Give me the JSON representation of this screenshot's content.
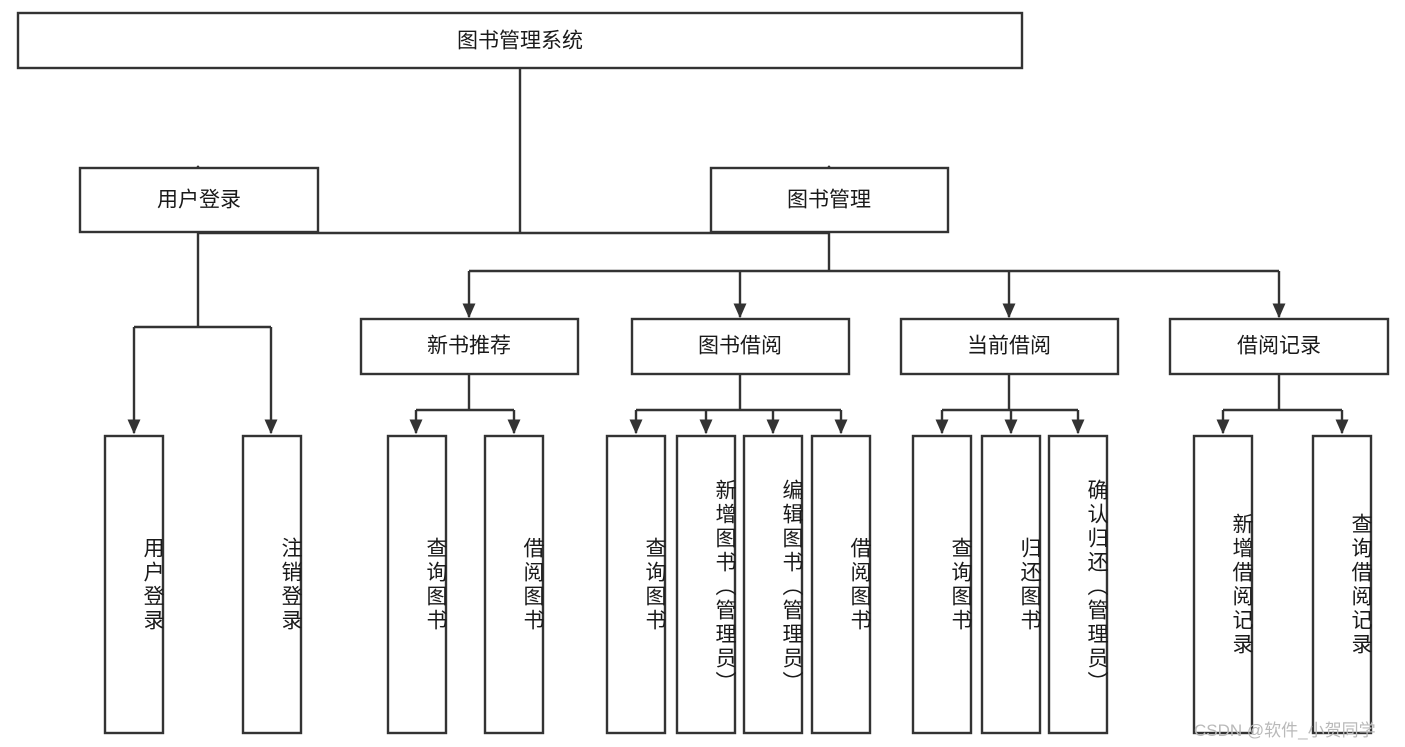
{
  "diagram": {
    "type": "tree-hierarchy",
    "title": "图书管理系统",
    "orientation": "top-down",
    "colors": {
      "box_stroke": "#333333",
      "box_fill": "#ffffff",
      "text": "#1a1a1a",
      "background": "#ffffff",
      "watermark": "#b9b9b9"
    },
    "root": {
      "id": "root",
      "label": "图书管理系统",
      "level": 0
    },
    "level2": [
      {
        "id": "user-login",
        "label": "用户登录",
        "level": 1
      },
      {
        "id": "book-management",
        "label": "图书管理",
        "level": 1
      }
    ],
    "level3": [
      {
        "id": "new-book-recommend",
        "label": "新书推荐",
        "level": 2,
        "parent": "book-management"
      },
      {
        "id": "book-borrow",
        "label": "图书借阅",
        "level": 2,
        "parent": "book-management"
      },
      {
        "id": "current-borrow",
        "label": "当前借阅",
        "level": 2,
        "parent": "book-management"
      },
      {
        "id": "borrow-record",
        "label": "借阅记录",
        "level": 2,
        "parent": "book-management"
      }
    ],
    "leaves": [
      {
        "id": "leaf-user-login",
        "label": "用户登录",
        "parent": "user-login",
        "align": "center"
      },
      {
        "id": "leaf-logout-login",
        "label": "注销登录",
        "parent": "user-login",
        "align": "center"
      },
      {
        "id": "leaf-query-book-1",
        "label": "查询图书",
        "parent": "new-book-recommend",
        "align": "center"
      },
      {
        "id": "leaf-borrow-book-1",
        "label": "借阅图书",
        "parent": "new-book-recommend",
        "align": "center"
      },
      {
        "id": "leaf-query-book-2",
        "label": "查询图书",
        "parent": "book-borrow",
        "align": "center"
      },
      {
        "id": "leaf-add-book-admin",
        "label": "新增图书（管理员）",
        "parent": "book-borrow",
        "align": "top"
      },
      {
        "id": "leaf-edit-book-admin",
        "label": "编辑图书（管理员）",
        "parent": "book-borrow",
        "align": "top"
      },
      {
        "id": "leaf-borrow-book-2",
        "label": "借阅图书",
        "parent": "book-borrow",
        "align": "center"
      },
      {
        "id": "leaf-query-book-3",
        "label": "查询图书",
        "parent": "current-borrow",
        "align": "center"
      },
      {
        "id": "leaf-return-book",
        "label": "归还图书",
        "parent": "current-borrow",
        "align": "center"
      },
      {
        "id": "leaf-confirm-return-admin",
        "label": "确认归还（管理员）",
        "parent": "current-borrow",
        "align": "top"
      },
      {
        "id": "leaf-add-borrow-record",
        "label": "新增借阅记录",
        "parent": "borrow-record",
        "align": "center"
      },
      {
        "id": "leaf-query-borrow-record",
        "label": "查询借阅记录",
        "parent": "borrow-record",
        "align": "center"
      }
    ]
  },
  "watermark": {
    "text": "CSDN @软件_小贺同学"
  }
}
